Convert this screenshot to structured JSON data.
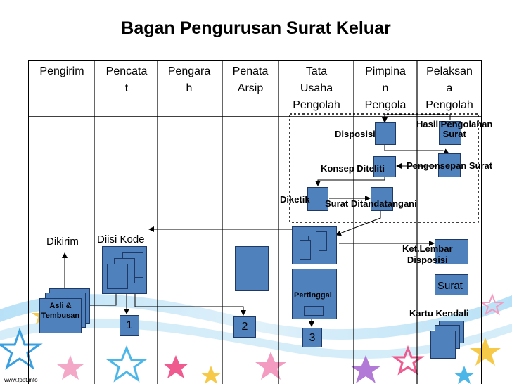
{
  "title": "Bagan Pengurusan Surat Keluar",
  "columns": [
    "Pengirim",
    "Pencata\nt",
    "Pengara\nh",
    "Penata\nArsip",
    "Tata\nUsaha\nPengolah",
    "Pimpina\nn\nPengola",
    "Pelaksan\na\nPengolah"
  ],
  "labels": {
    "hasil_pengolahan": "Hasil Pengolahan\nSurat",
    "disposisi": "Disposisi",
    "pengonsepan_surat": "Pengonsepan Surat",
    "konsep_diteliti": "Konsep Diteliti",
    "diketik": "Diketik",
    "surat_ditandatangani": "Surat Ditandatangani",
    "dikirim": "Dikirim",
    "diisi_kode": "Diisi Kode",
    "asli_tembusan": "Asli &\nTembusan",
    "pertinggal": "Pertinggal",
    "ket_lembar_disposisi": "Ket.Lembar\nDisposisi",
    "surat": "Surat",
    "kartu_kendali": "Kartu Kendali",
    "num_1": "1",
    "num_2": "2",
    "num_3": "3"
  },
  "footer": "www.fppt.info",
  "colors": {
    "box_fill": "#4f81bd",
    "box_border": "#1f3864",
    "line": "#000000"
  }
}
